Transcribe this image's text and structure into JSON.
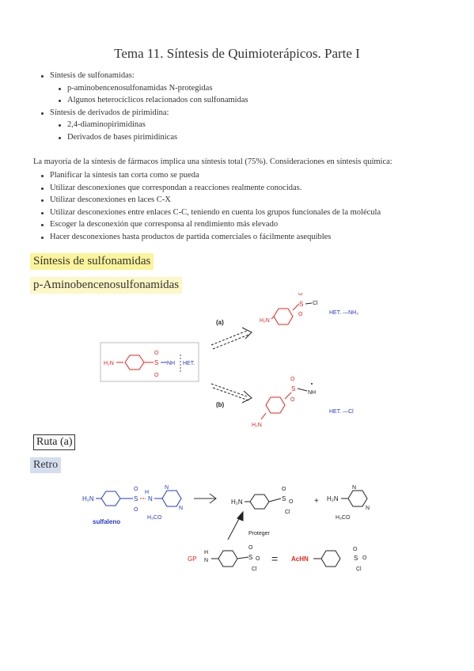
{
  "title": "Tema 11. Síntesis de Quimioterápicos. Parte I",
  "outline": [
    {
      "text": "Síntesis de sulfonamidas:",
      "level": 1
    },
    {
      "text": "p-aminobencenosulfonamidas N-protegidas",
      "level": 2
    },
    {
      "text": "Algunos heterocíclicos relacionados con sulfonamidas",
      "level": 2
    },
    {
      "text": "Síntesis de derivados de pirimidina:",
      "level": 1
    },
    {
      "text": "2,4-diaminopirimidinas",
      "level": 2
    },
    {
      "text": "Derivados de bases pirimidínicas",
      "level": 2
    }
  ],
  "intro": "La mayoría de la síntesis de fármacos implica una síntesis total (75%). Consideraciones en síntesis química:",
  "considerations": [
    "Planificar la síntesis tan corta como se pueda",
    "Utilizar desconexiones que correspondan a reacciones realmente conocidas.",
    "Utilizar desconexiones en laces C-X",
    "Utilizar desconexiones entre enlaces C-C, teniendo en cuenta los grupos funcionales de la molécula",
    "Escoger la desconexión que corresponsa al rendimiento más elevado",
    "Hacer desconexiones hasta productos de partida comerciales o fácilmente asequibles"
  ],
  "headings": {
    "h1": "Síntesis de sulfonamidas",
    "h2": "p-Aminobencenosulfonamidas",
    "ruta": "Ruta (a)",
    "retro": "Retro"
  },
  "scheme1": {
    "route_a": "(a)",
    "route_b": "(b)",
    "h2n": "H₂N",
    "het": "HET.",
    "nh": "NH",
    "cl": "Cl",
    "s": "S",
    "o": "O",
    "het_nh2": "HET. —NH₂",
    "het_cl": "HET. —Cl"
  },
  "scheme2": {
    "sulfaleno": "sulfaleno",
    "h3co": "H₃CO",
    "n": "N",
    "h": "H",
    "plus": "+",
    "proteger": "Proteger",
    "gp": "GP",
    "achn": "AcHN",
    "equals": "="
  },
  "colors": {
    "red": "#e8231a",
    "blue": "#2438c8",
    "highlight_yellow": "#fbf49b",
    "highlight_blue": "#d4deee"
  }
}
